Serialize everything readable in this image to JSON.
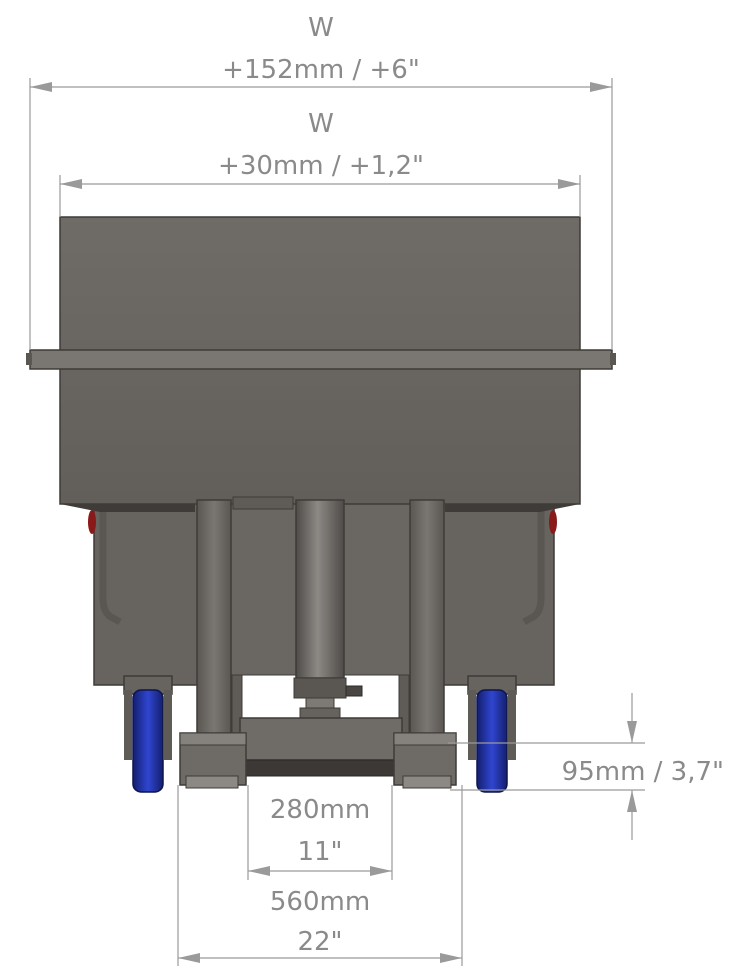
{
  "dimensions": {
    "overall_width": {
      "line1": "W",
      "line2": "+152mm / +6\""
    },
    "tank_width": {
      "line1": "W",
      "line2": "+30mm / +1,2\""
    },
    "ground_clearance": {
      "label": "95mm / 3,7\""
    },
    "inner_track": {
      "line1": "280mm",
      "line2": "11\""
    },
    "outer_track": {
      "line1": "560mm",
      "line2": "22\""
    }
  },
  "colors": {
    "dimension": "#8a8a8a",
    "steel": "#6b6763",
    "steel_dark": "#3e3b38",
    "wheel": "#1f2f9e"
  }
}
